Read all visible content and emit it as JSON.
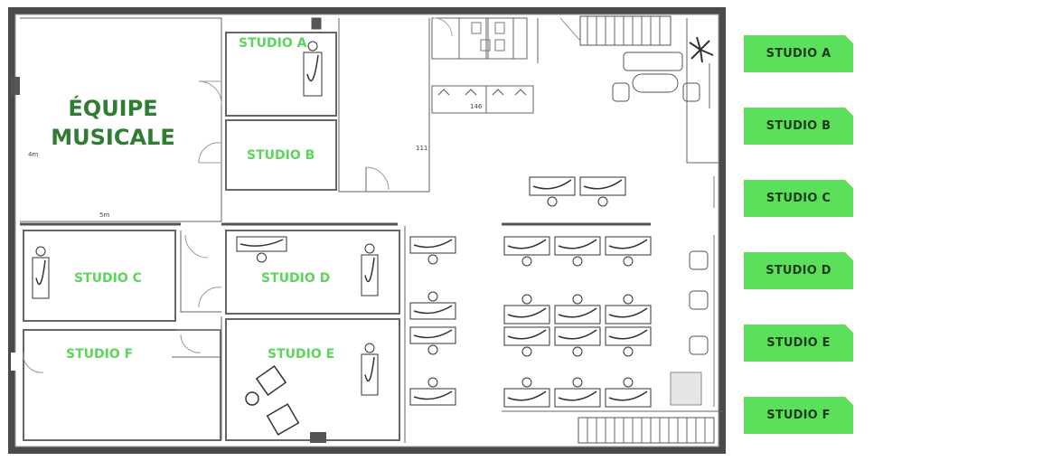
{
  "plan": {
    "main_area": {
      "line1": "ÉQUIPE",
      "line2": "MUSICALE"
    },
    "rooms": {
      "studio_a": "STUDIO A",
      "studio_b": "STUDIO B",
      "studio_c": "STUDIO C",
      "studio_d": "STUDIO D",
      "studio_e": "STUDIO E",
      "studio_f": "STUDIO F"
    },
    "dimensions": {
      "height": "4m",
      "width": "5m"
    },
    "room_numbers": {
      "r111": "111",
      "r146": "146"
    }
  },
  "legend": {
    "items": [
      {
        "label": "STUDIO A"
      },
      {
        "label": "STUDIO B"
      },
      {
        "label": "STUDIO C"
      },
      {
        "label": "STUDIO D"
      },
      {
        "label": "STUDIO E"
      },
      {
        "label": "STUDIO F"
      }
    ]
  },
  "colors": {
    "label_green": "#5bd65b",
    "legend_green": "#5ce05c",
    "main_green": "#2e7d32",
    "wall": "#4a4a4a"
  }
}
